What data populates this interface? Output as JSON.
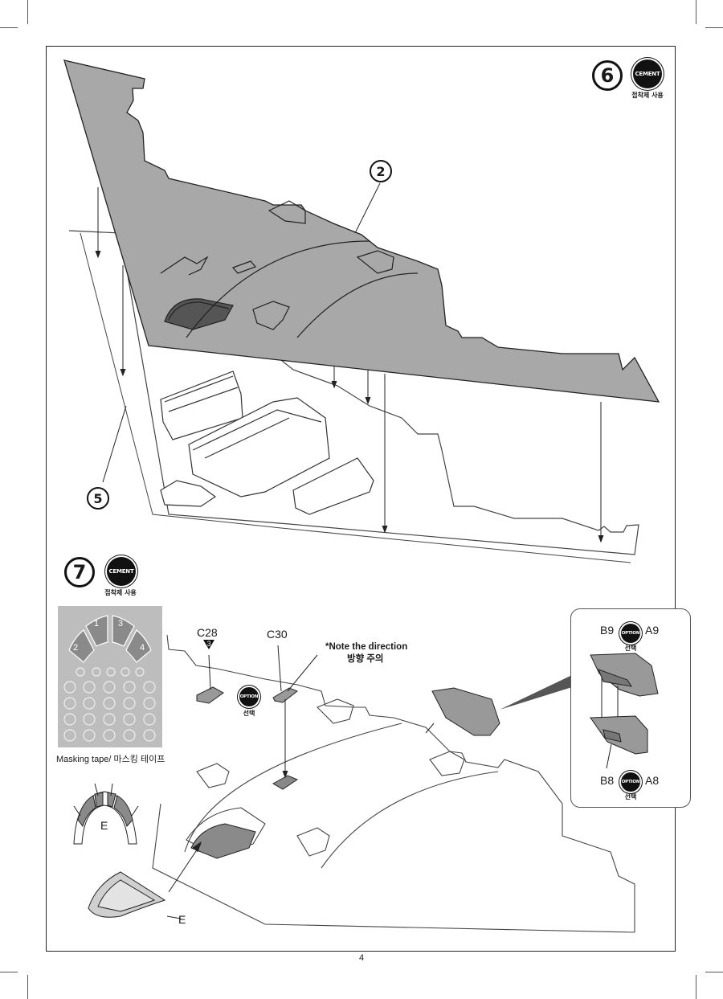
{
  "page": {
    "number": "4"
  },
  "step6": {
    "number": "6",
    "cement_label": "CEMENT",
    "cement_caption": "접착제 사용",
    "part_callouts": [
      "2",
      "5"
    ]
  },
  "step7": {
    "number": "7",
    "cement_label": "CEMENT",
    "cement_caption": "접착제 사용",
    "masking_caption": "Masking tape/ 마스킹 테이프",
    "mask_numbers": [
      "1",
      "2",
      "3",
      "4"
    ],
    "part_c28": "C28",
    "part_c28_marker": "3",
    "part_c30": "C30",
    "option_label": "OPTION",
    "option_caption": "선택",
    "note_en": "*Note the direction",
    "note_ko": "방향 주의",
    "canopy_part": "E",
    "canopy_part_detail": "E"
  },
  "option_panel": {
    "top_left": "B9",
    "top_right": "A9",
    "bottom_left": "B8",
    "bottom_right": "A8",
    "option_label": "OPTION",
    "option_caption": "선택"
  },
  "colors": {
    "part_gray": "#a8a8a8",
    "tape_gray": "#bdbdbd",
    "ink": "#111111"
  }
}
